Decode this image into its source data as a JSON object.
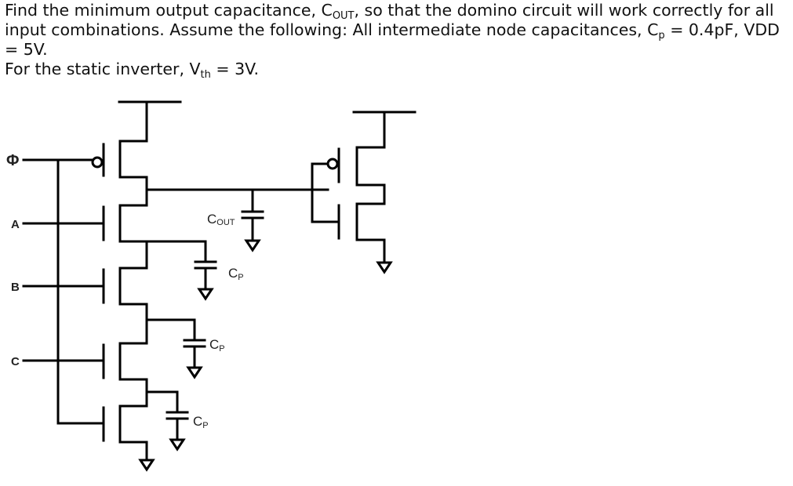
{
  "question": {
    "part1": "Find the minimum output capacitance, C",
    "cout_sub": "OUT",
    "part2": ", so that the domino circuit will work correctly for all input combinations. Assume the following: All intermediate node capacitances, C",
    "cp_sub": "p",
    "part3": " = 0.4pF, VDD = 5V.",
    "line2_pre": "For the static inverter, V",
    "vth_sub": "th",
    "line2_post": " = 3V."
  },
  "circuit": {
    "clock_label": "Φ",
    "input_a": "A",
    "input_b": "B",
    "input_c": "C",
    "cout_main": "C",
    "cout_sub": "OUT",
    "cp1_main": "C",
    "cp1_sub": "P",
    "cp2_main": "C",
    "cp2_sub": "P",
    "cp3_main": "C",
    "cp3_sub": "P"
  }
}
